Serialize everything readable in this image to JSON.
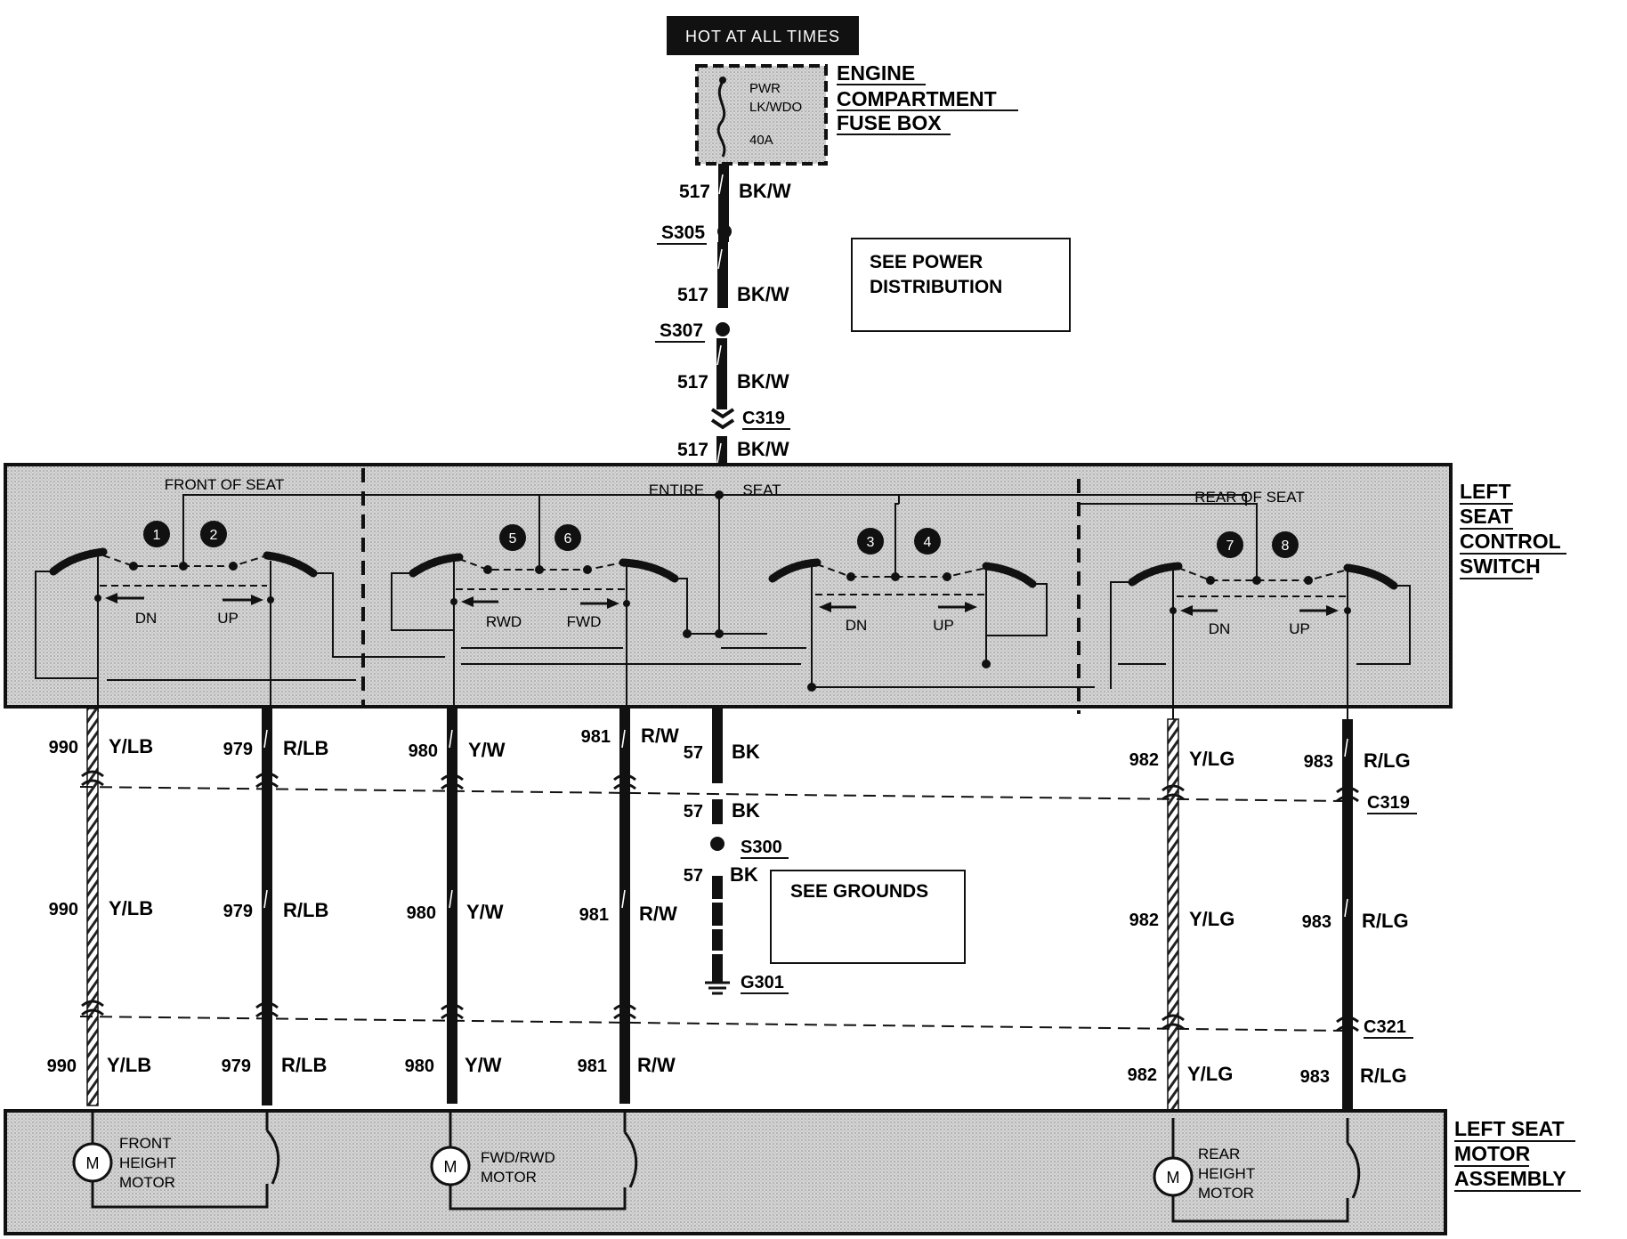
{
  "hot_badge": "HOT AT ALL TIMES",
  "fuse": {
    "name_line1": "PWR",
    "name_line2": "LK/WDO",
    "rating": "40A",
    "box_label": [
      "ENGINE",
      "COMPARTMENT",
      "FUSE BOX"
    ]
  },
  "power_feed": {
    "circuit": "517",
    "color": "BK/W",
    "splice_1": "S305",
    "splice_2": "S307",
    "connector": "C319"
  },
  "notes": {
    "power": [
      "SEE POWER",
      "DISTRIBUTION"
    ],
    "grounds": "SEE GROUNDS"
  },
  "switch": {
    "label": [
      "LEFT",
      "SEAT",
      "CONTROL",
      "SWITCH"
    ],
    "section_front": "FRONT OF SEAT",
    "section_entire_1": "ENTIRE",
    "section_entire_2": "SEAT",
    "section_rear": "REAR OF SEAT",
    "contacts": [
      "1",
      "2",
      "5",
      "6",
      "3",
      "4",
      "7",
      "8"
    ],
    "dir": {
      "front_dn": "DN",
      "front_up": "UP",
      "rwd": "RWD",
      "fwd": "FWD",
      "mid_dn": "DN",
      "mid_up": "UP",
      "rear_dn": "DN",
      "rear_up": "UP"
    }
  },
  "ground": {
    "circuit": "57",
    "color": "BK",
    "splice": "S300",
    "point": "G301"
  },
  "connectors": {
    "upper": "C319",
    "lower": "C321"
  },
  "wires": [
    {
      "circuit": "990",
      "color": "Y/LB"
    },
    {
      "circuit": "979",
      "color": "R/LB"
    },
    {
      "circuit": "980",
      "color": "Y/W"
    },
    {
      "circuit": "981",
      "color": "R/W"
    },
    {
      "circuit": "982",
      "color": "Y/LG"
    },
    {
      "circuit": "983",
      "color": "R/LG"
    }
  ],
  "motors": {
    "symbol": "M",
    "front": [
      "FRONT",
      "HEIGHT",
      "MOTOR"
    ],
    "fwd_rwd": [
      "FWD/RWD",
      "MOTOR"
    ],
    "rear": [
      "REAR",
      "HEIGHT",
      "MOTOR"
    ]
  },
  "motor_assembly_label": [
    "LEFT SEAT",
    "MOTOR",
    "ASSEMBLY"
  ]
}
